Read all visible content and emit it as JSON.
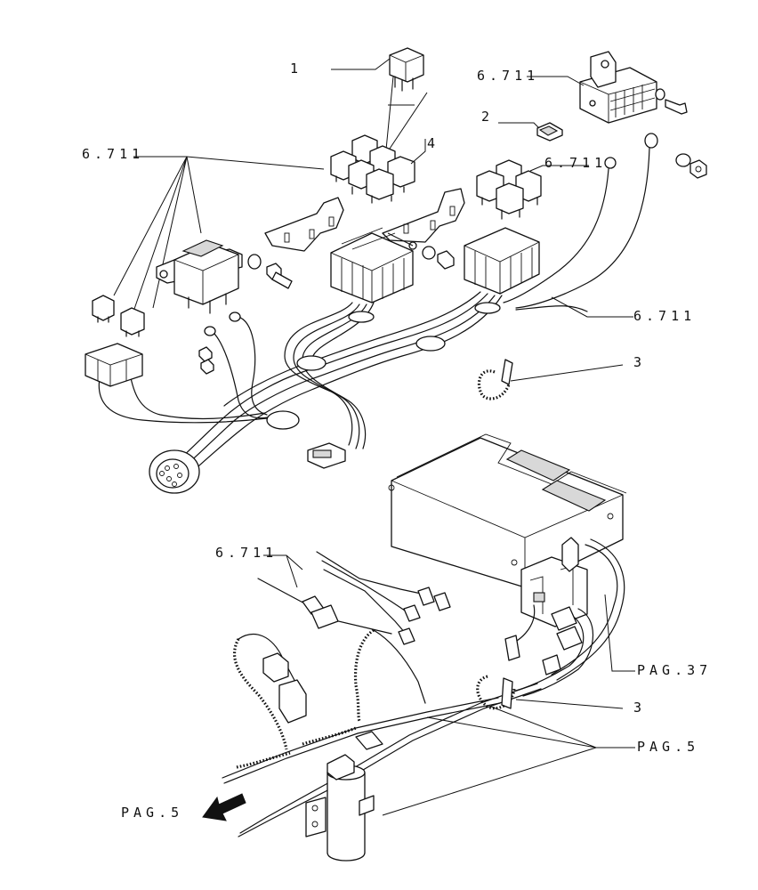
{
  "callouts": {
    "item_1": "1",
    "item_2": "2",
    "item_3_upper": "3",
    "item_3_lower": "3",
    "item_4": "4",
    "ref_6711_left": "6.711",
    "ref_6711_top_right": "6.711",
    "ref_6711_relays": "6.711",
    "ref_6711_harness": "6.711",
    "ref_6711_sensor": "6.711",
    "ref_pag37": "PAG.37",
    "ref_pag5_right": "PAG.5",
    "ref_pag5_left": "PAG.5"
  },
  "icons": {
    "direction_arrow": "arrow-left-down-icon"
  },
  "colors": {
    "line": "#111111",
    "background": "#ffffff"
  }
}
